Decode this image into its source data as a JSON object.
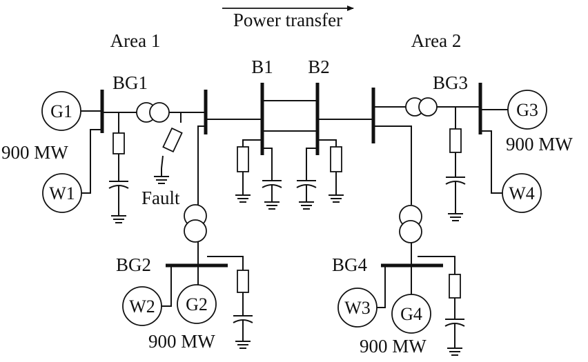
{
  "title": "Power transfer",
  "areas": {
    "area1": "Area 1",
    "area2": "Area 2"
  },
  "buses": {
    "BG1": "BG1",
    "BG2": "BG2",
    "BG3": "BG3",
    "BG4": "BG4",
    "B1": "B1",
    "B2": "B2"
  },
  "generators": {
    "G1": "G1",
    "G2": "G2",
    "G3": "G3",
    "G4": "G4"
  },
  "wind": {
    "W1": "W1",
    "W2": "W2",
    "W3": "W3",
    "W4": "W4"
  },
  "ratings": {
    "g1": "900 MW",
    "g2": "900 MW",
    "g3": "900 MW",
    "g4": "900 MW"
  },
  "fault": "Fault"
}
